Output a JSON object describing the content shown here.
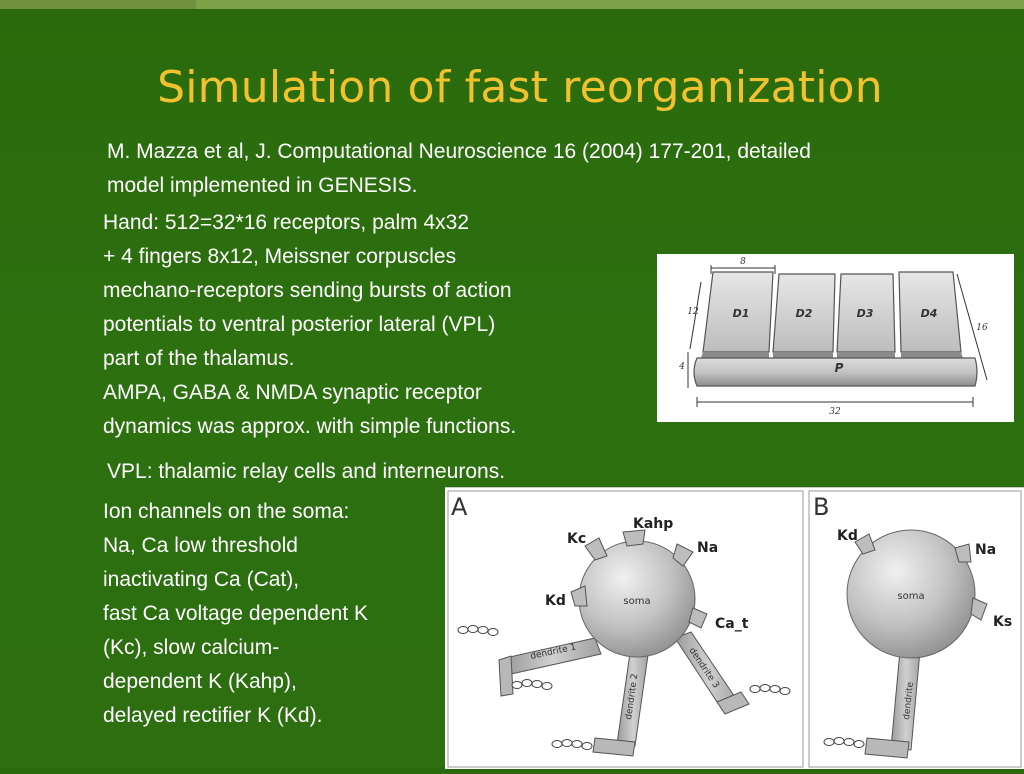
{
  "slide": {
    "title": "Simulation of fast reorganization",
    "paragraph1": [
      "M. Mazza et al, J. Computational Neuroscience 16 (2004) 177-201, detailed",
      "model implemented in GENESIS."
    ],
    "paragraph2": [
      "Hand: 512=32*16 receptors, palm 4x32",
      "+ 4 fingers 8x12, Meissner corpuscles",
      "mechano-receptors sending bursts of action",
      "potentials to ventral posterior lateral (VPL)",
      "part of the thalamus.",
      "AMPA, GABA & NMDA synaptic receptor",
      "dynamics was approx. with simple functions."
    ],
    "paragraph3": "VPL: thalamic relay cells and interneurons.",
    "paragraph4": [
      "Ion channels on the soma:",
      "Na, Ca low threshold",
      "inactivating Ca (Cat),",
      "fast Ca voltage dependent K",
      "(Kc), slow calcium-",
      "dependent K (Kahp),",
      "delayed rectifier K (Kd)."
    ]
  },
  "hand_figure": {
    "fingers": [
      "D1",
      "D2",
      "D3",
      "D4"
    ],
    "palm": "P",
    "dim_top": "8",
    "dim_left": "12",
    "dim_small": "4",
    "dim_right": "16",
    "dim_bottom": "32"
  },
  "soma_figure": {
    "panel_a": {
      "letter": "A",
      "soma_label": "soma",
      "channels": [
        "Kc",
        "Kahp",
        "Na",
        "Kd",
        "Ca_t"
      ],
      "dendrites": [
        "dendrite 1",
        "dendrite 2",
        "dendrite 3"
      ]
    },
    "panel_b": {
      "letter": "B",
      "soma_label": "soma",
      "channels": [
        "Kd",
        "Na",
        "Ks"
      ],
      "dendrites": [
        "dendrite"
      ]
    }
  }
}
